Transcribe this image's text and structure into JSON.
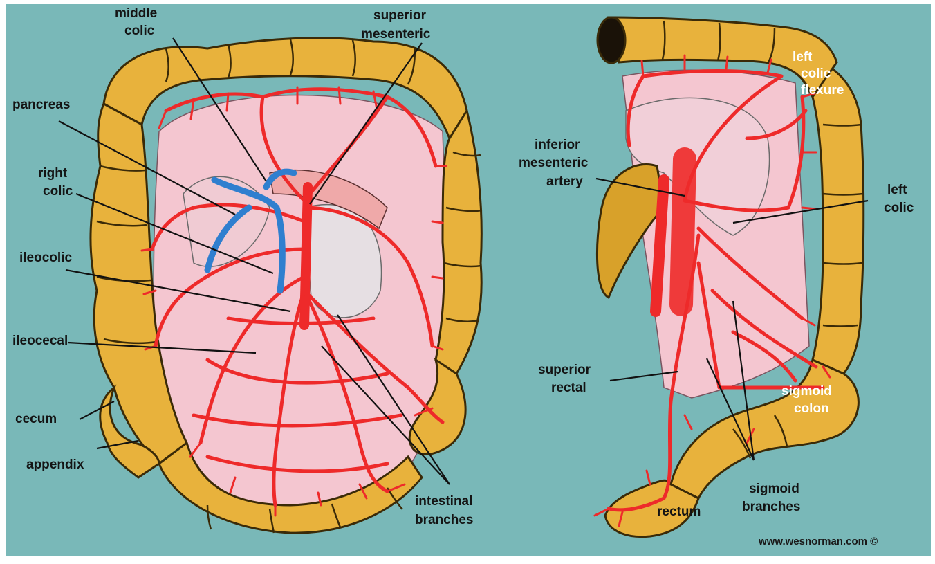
{
  "credit": "www.wesnorman.com ©",
  "left_labels": {
    "middle_colic": [
      "middle",
      "colic"
    ],
    "superior_mesenteric": [
      "superior",
      "mesenteric"
    ],
    "pancreas": "pancreas",
    "right_colic": [
      "right",
      "colic"
    ],
    "ileocolic": "ileocolic",
    "ileocecal": "ileocecal",
    "cecum": "cecum",
    "appendix": "appendix",
    "intestinal_branches": [
      "intestinal",
      "branches"
    ]
  },
  "right_labels": {
    "left_colic_flexure": [
      "left",
      "colic",
      "flexure"
    ],
    "inferior_mesenteric_artery": [
      "inferior",
      "mesenteric",
      "artery"
    ],
    "left_colic": [
      "left",
      "colic"
    ],
    "superior_rectal": [
      "superior",
      "rectal"
    ],
    "sigmoid_colon": [
      "sigmoid",
      "colon"
    ],
    "sigmoid_branches": [
      "sigmoid",
      "branches"
    ],
    "rectum": "rectum"
  },
  "colors": {
    "background": "#79b8b8",
    "colon": "#e8b23c",
    "artery": "#ee2a2a",
    "vein": "#2f7fcf",
    "mesentery": "#f4c6d0"
  }
}
